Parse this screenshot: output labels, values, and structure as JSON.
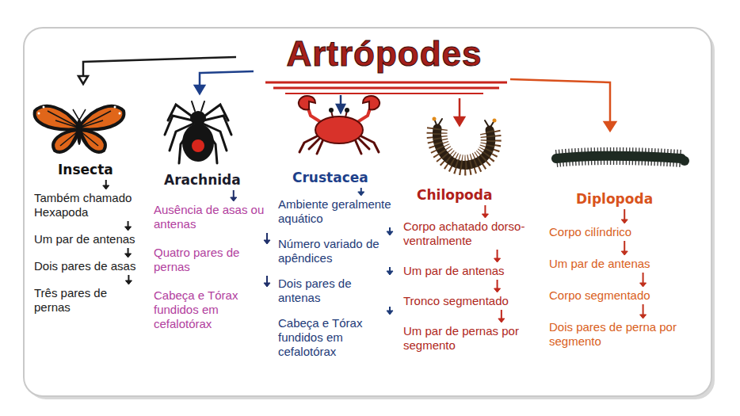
{
  "diagram": {
    "title": "Artrópodes",
    "nodes": [
      {
        "text": [
          "Insecta"
        ]
      },
      {
        "text": [
          "Também chamado Hexapoda"
        ]
      },
      {
        "text": [
          "Um par de antenas"
        ]
      },
      {
        "text": [
          "Dois pares de asas"
        ]
      },
      {
        "text": [
          "Três pares de pernas"
        ]
      },
      {
        "text": [
          "Arachnida"
        ]
      },
      {
        "text": [
          "Ausência de asas ou antenas"
        ]
      },
      {
        "text": [
          "Quatro pares de pernas"
        ]
      },
      {
        "text": [
          "Cabeça e Tórax fundidos em cefalotórax"
        ]
      },
      {
        "text": [
          "Crustacea"
        ]
      },
      {
        "text": [
          "Ambiente geralmente aquático"
        ]
      },
      {
        "text": [
          "Número variado de apêndices"
        ]
      },
      {
        "text": [
          "Dois pares de antenas"
        ]
      },
      {
        "text": [
          "Cabeça e Tórax fundidos em cefalotórax"
        ]
      },
      {
        "text": [
          "Chilopoda"
        ]
      },
      {
        "text": [
          "Corpo achatado dorso-ventralmente"
        ]
      },
      {
        "text": [
          "Um par de antenas"
        ]
      },
      {
        "text": [
          "Tronco segmentado"
        ]
      },
      {
        "text": [
          "Um par de pernas por segmento"
        ]
      },
      {
        "text": [
          "Diplopoda"
        ]
      },
      {
        "text": [
          "Corpo cilíndrico"
        ]
      },
      {
        "text": [
          "Um par de antenas"
        ]
      },
      {
        "text": [
          "Corpo segmentado"
        ]
      },
      {
        "text": [
          "Dois pares de perna por segmento"
        ]
      }
    ],
    "edges": [
      {
        "from": 0,
        "to": 1,
        "arrow": "to"
      },
      {
        "from": 1,
        "to": 2,
        "arrow": "to"
      },
      {
        "from": 2,
        "to": 3,
        "arrow": "to"
      },
      {
        "from": 3,
        "to": 4,
        "arrow": "to"
      },
      {
        "from": 5,
        "to": 6,
        "arrow": "to"
      },
      {
        "from": 6,
        "to": 7,
        "arrow": "to"
      },
      {
        "from": 7,
        "to": 8,
        "arrow": "to"
      },
      {
        "from": 9,
        "to": 10,
        "arrow": "to"
      },
      {
        "from": 10,
        "to": 11,
        "arrow": "to"
      },
      {
        "from": 11,
        "to": 12,
        "arrow": "to"
      },
      {
        "from": 12,
        "to": 13,
        "arrow": "to"
      },
      {
        "from": 14,
        "to": 15,
        "arrow": "to"
      },
      {
        "from": 15,
        "to": 16,
        "arrow": "to"
      },
      {
        "from": 16,
        "to": 17,
        "arrow": "to"
      },
      {
        "from": 17,
        "to": 18,
        "arrow": "to"
      },
      {
        "from": 19,
        "to": 20,
        "arrow": "to"
      },
      {
        "from": 20,
        "to": 21,
        "arrow": "to"
      },
      {
        "from": 21,
        "to": 22,
        "arrow": "to"
      },
      {
        "from": 22,
        "to": 23,
        "arrow": "to"
      }
    ]
  }
}
